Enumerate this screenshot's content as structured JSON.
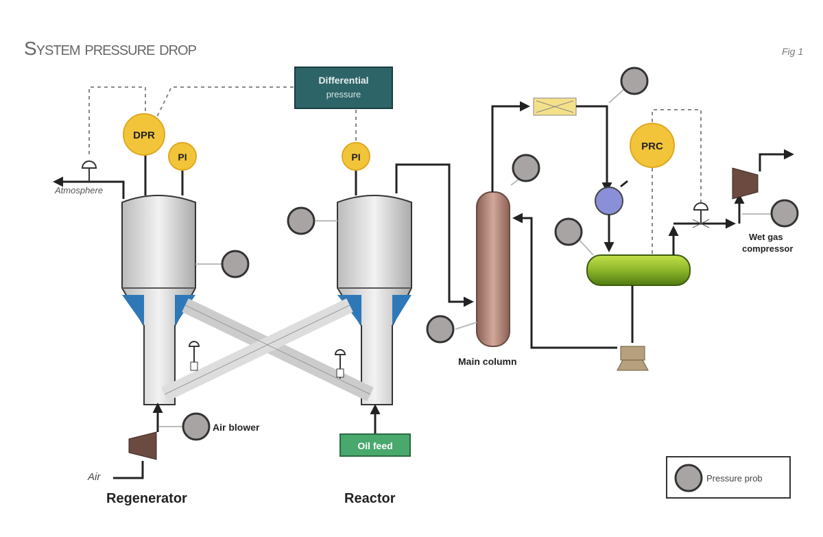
{
  "title": "System pressure drop",
  "figure_label": "Fig 1",
  "controller_box": {
    "line1": "Differential",
    "line2": "pressure"
  },
  "instruments": {
    "dpr": "DPR",
    "pi_regen": "PI",
    "pi_reactor": "PI",
    "prc": "PRC"
  },
  "labels": {
    "atmosphere": "Atmosphere",
    "air": "Air",
    "air_blower": "Air blower",
    "oil_feed": "Oil feed",
    "regenerator": "Regenerator",
    "reactor": "Reactor",
    "main_column": "Main column",
    "wet_gas_line1": "Wet gas",
    "wet_gas_line2": "compressor"
  },
  "legend": {
    "probe": "Pressure prob"
  },
  "colors": {
    "controller": "#2d6468",
    "instrument": "#f2c43a",
    "probe": "#a9a4a4",
    "column": "#b98a7c",
    "drum": "#8cb62a",
    "catalyst": "#2e78b8",
    "oil_feed": "#49a86c",
    "compressor": "#6b4a40"
  }
}
